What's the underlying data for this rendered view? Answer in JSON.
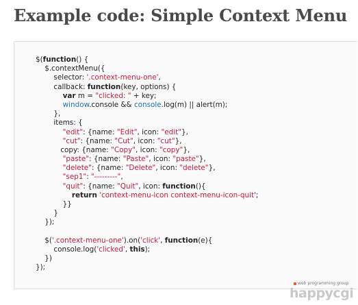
{
  "page": {
    "title": "Example code: Simple Context Menu"
  },
  "colors": {
    "keyword": "#222222",
    "string": "#c41a3c",
    "identifier": "#1c6fb3",
    "plain": "#222222",
    "code_background": "#fafafa",
    "code_border": "#dcdcdc",
    "title_text": "#4a4a4a"
  },
  "code": {
    "language": "javascript",
    "lines": [
      [
        {
          "t": "plain",
          "v": "$("
        },
        {
          "t": "kw",
          "v": "function"
        },
        {
          "t": "plain",
          "v": "() {"
        }
      ],
      [
        {
          "t": "plain",
          "v": "    $.contextMenu({"
        }
      ],
      [
        {
          "t": "plain",
          "v": "        selector: "
        },
        {
          "t": "str",
          "v": "'.context-menu-one'"
        },
        {
          "t": "plain",
          "v": ","
        }
      ],
      [
        {
          "t": "plain",
          "v": "        callback: "
        },
        {
          "t": "kw",
          "v": "function"
        },
        {
          "t": "plain",
          "v": "(key, options) {"
        }
      ],
      [
        {
          "t": "plain",
          "v": "            "
        },
        {
          "t": "kw",
          "v": "var"
        },
        {
          "t": "plain",
          "v": " m = "
        },
        {
          "t": "str",
          "v": "\"clicked: \""
        },
        {
          "t": "plain",
          "v": " + key;"
        }
      ],
      [
        {
          "t": "plain",
          "v": "            "
        },
        {
          "t": "ident",
          "v": "window"
        },
        {
          "t": "plain",
          "v": ".console && "
        },
        {
          "t": "ident",
          "v": "console"
        },
        {
          "t": "plain",
          "v": ".log(m) || alert(m);"
        }
      ],
      [
        {
          "t": "plain",
          "v": "        },"
        }
      ],
      [
        {
          "t": "plain",
          "v": "        items: {"
        }
      ],
      [
        {
          "t": "plain",
          "v": "            "
        },
        {
          "t": "str",
          "v": "\"edit\""
        },
        {
          "t": "plain",
          "v": ": {name: "
        },
        {
          "t": "str",
          "v": "\"Edit\""
        },
        {
          "t": "plain",
          "v": ", icon: "
        },
        {
          "t": "str",
          "v": "\"edit\""
        },
        {
          "t": "plain",
          "v": "},"
        }
      ],
      [
        {
          "t": "plain",
          "v": "            "
        },
        {
          "t": "str",
          "v": "\"cut\""
        },
        {
          "t": "plain",
          "v": ": {name: "
        },
        {
          "t": "str",
          "v": "\"Cut\""
        },
        {
          "t": "plain",
          "v": ", icon: "
        },
        {
          "t": "str",
          "v": "\"cut\""
        },
        {
          "t": "plain",
          "v": "},"
        }
      ],
      [
        {
          "t": "plain",
          "v": "           copy: {name: "
        },
        {
          "t": "str",
          "v": "\"Copy\""
        },
        {
          "t": "plain",
          "v": ", icon: "
        },
        {
          "t": "str",
          "v": "\"copy\""
        },
        {
          "t": "plain",
          "v": "},"
        }
      ],
      [
        {
          "t": "plain",
          "v": "            "
        },
        {
          "t": "str",
          "v": "\"paste\""
        },
        {
          "t": "plain",
          "v": ": {name: "
        },
        {
          "t": "str",
          "v": "\"Paste\""
        },
        {
          "t": "plain",
          "v": ", icon: "
        },
        {
          "t": "str",
          "v": "\"paste\""
        },
        {
          "t": "plain",
          "v": "},"
        }
      ],
      [
        {
          "t": "plain",
          "v": "            "
        },
        {
          "t": "str",
          "v": "\"delete\""
        },
        {
          "t": "plain",
          "v": ": {name: "
        },
        {
          "t": "str",
          "v": "\"Delete\""
        },
        {
          "t": "plain",
          "v": ", icon: "
        },
        {
          "t": "str",
          "v": "\"delete\""
        },
        {
          "t": "plain",
          "v": "},"
        }
      ],
      [
        {
          "t": "plain",
          "v": "            "
        },
        {
          "t": "str",
          "v": "\"sep1\""
        },
        {
          "t": "plain",
          "v": ": "
        },
        {
          "t": "str",
          "v": "\"---------\""
        },
        {
          "t": "plain",
          "v": ","
        }
      ],
      [
        {
          "t": "plain",
          "v": "            "
        },
        {
          "t": "str",
          "v": "\"quit\""
        },
        {
          "t": "plain",
          "v": ": {name: "
        },
        {
          "t": "str",
          "v": "\"Quit\""
        },
        {
          "t": "plain",
          "v": ", icon: "
        },
        {
          "t": "kw",
          "v": "function"
        },
        {
          "t": "plain",
          "v": "(){"
        }
      ],
      [
        {
          "t": "plain",
          "v": "                "
        },
        {
          "t": "kw",
          "v": "return"
        },
        {
          "t": "plain",
          "v": " "
        },
        {
          "t": "str",
          "v": "'context-menu-icon context-menu-icon-quit'"
        },
        {
          "t": "plain",
          "v": ";"
        }
      ],
      [
        {
          "t": "plain",
          "v": "            }}"
        }
      ],
      [
        {
          "t": "plain",
          "v": "        }"
        }
      ],
      [
        {
          "t": "plain",
          "v": "    });"
        }
      ],
      [
        {
          "t": "plain",
          "v": ""
        }
      ],
      [
        {
          "t": "plain",
          "v": "    $("
        },
        {
          "t": "str",
          "v": "'.context-menu-one'"
        },
        {
          "t": "plain",
          "v": ").on("
        },
        {
          "t": "str",
          "v": "'click'"
        },
        {
          "t": "plain",
          "v": ", "
        },
        {
          "t": "kw",
          "v": "function"
        },
        {
          "t": "plain",
          "v": "(e){"
        }
      ],
      [
        {
          "t": "plain",
          "v": "        console.log("
        },
        {
          "t": "str",
          "v": "'clicked'"
        },
        {
          "t": "plain",
          "v": ", "
        },
        {
          "t": "kw",
          "v": "this"
        },
        {
          "t": "plain",
          "v": ");"
        }
      ],
      [
        {
          "t": "plain",
          "v": "    })"
        }
      ],
      [
        {
          "t": "plain",
          "v": "});"
        }
      ]
    ]
  },
  "watermark": {
    "tagline": "web programming group",
    "logo_text": "happycgi"
  }
}
